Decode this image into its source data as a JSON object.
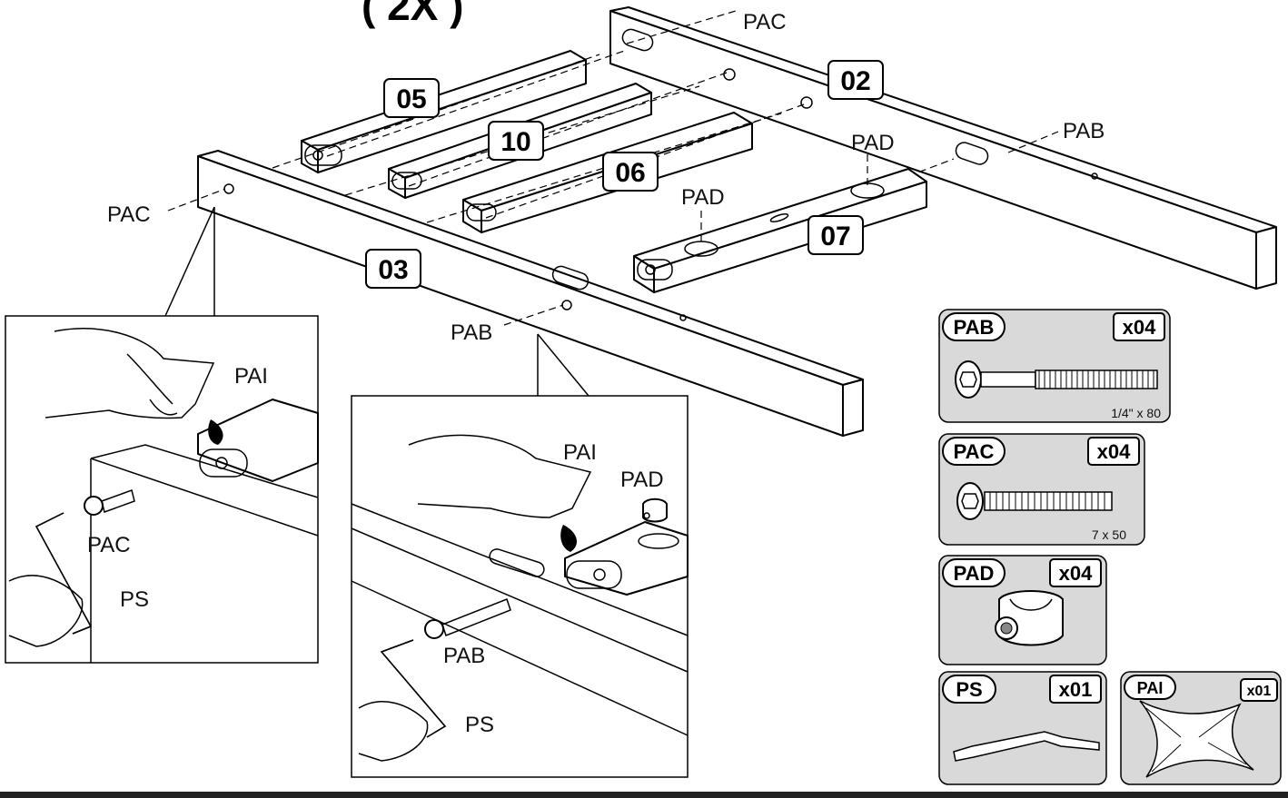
{
  "header": {
    "multiplier": "( 2X )"
  },
  "parts": {
    "p02": "02",
    "p03": "03",
    "p05": "05",
    "p06": "06",
    "p07": "07",
    "p10": "10"
  },
  "callouts": {
    "pac_top": "PAC",
    "pab_right": "PAB",
    "pad_upper": "PAD",
    "pad_lower": "PAD",
    "pac_left": "PAC",
    "pab_mid": "PAB"
  },
  "detail_left": {
    "pai": "PAI",
    "pac": "PAC",
    "ps": "PS"
  },
  "detail_mid": {
    "pai": "PAI",
    "pad": "PAD",
    "pab": "PAB",
    "ps": "PS"
  },
  "hardware": [
    {
      "name": "PAB",
      "qty": "x04",
      "spec": "1/4\" x 80",
      "icon": "long-bolt-icon"
    },
    {
      "name": "PAC",
      "qty": "x04",
      "spec": "7 x 50",
      "icon": "short-bolt-icon"
    },
    {
      "name": "PAD",
      "qty": "x04",
      "spec": "",
      "icon": "barrel-nut-icon"
    },
    {
      "name": "PS",
      "qty": "x01",
      "spec": "",
      "icon": "allen-key-icon"
    },
    {
      "name": "PAI",
      "qty": "x01",
      "spec": "",
      "icon": "glue-bag-icon"
    }
  ],
  "colors": {
    "panel": "#d9d9d9",
    "ink": "#000000",
    "footer_bar": "#222222"
  }
}
